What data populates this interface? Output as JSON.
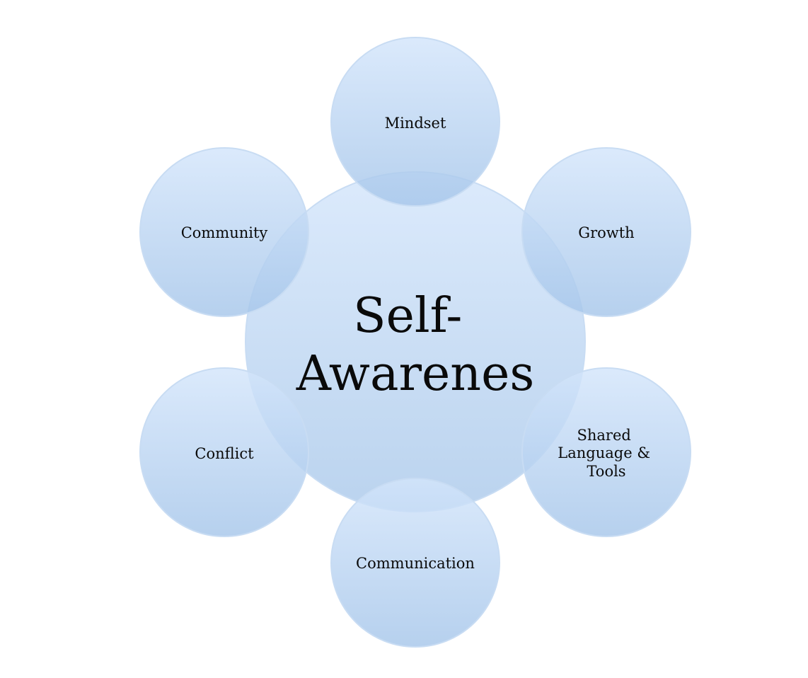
{
  "center": {
    "lines": [
      "Self-",
      "Awarenes"
    ]
  },
  "satellites": [
    {
      "lines": [
        "Mindset"
      ]
    },
    {
      "lines": [
        "Growth"
      ]
    },
    {
      "lines": [
        "Shared",
        "Language &",
        "Tools"
      ]
    },
    {
      "lines": [
        "Communication"
      ]
    },
    {
      "lines": [
        "Conflict"
      ]
    },
    {
      "lines": [
        "Community"
      ]
    }
  ],
  "colors": {
    "fill_top": "#d2e4fa",
    "fill_bottom": "#a9c9ec",
    "stroke": "#c3d8f1",
    "text": "#0a0a0a"
  }
}
